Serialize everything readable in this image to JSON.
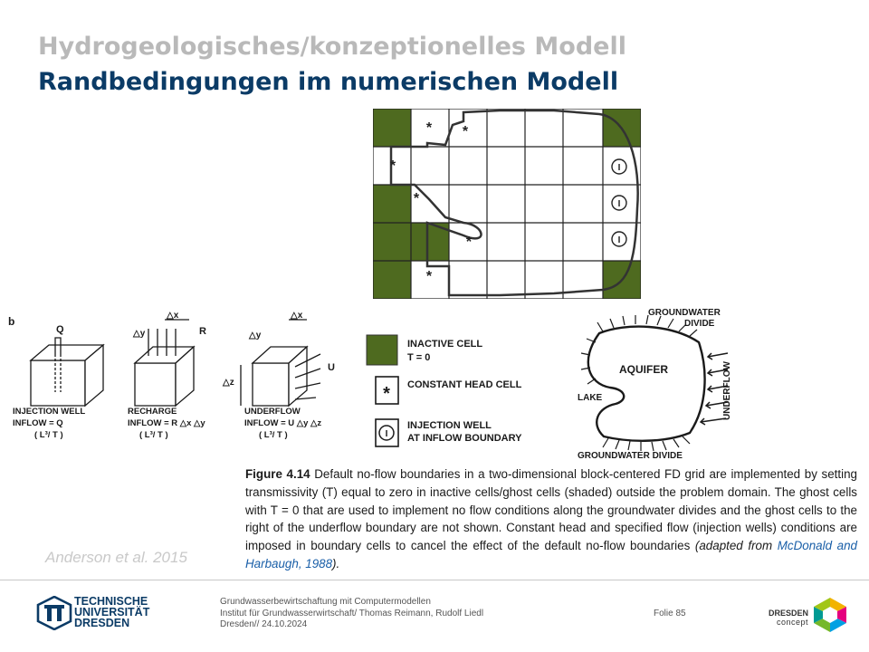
{
  "slide": {
    "title_line1": "Hydrogeologisches/konzeptionelles Modell",
    "title_line2": "Randbedingungen im numerischen Modell",
    "source": "Anderson et al. 2015"
  },
  "figure_b": {
    "panel_label": "b",
    "injection": {
      "q": "Q",
      "title": "INJECTION  WELL",
      "inflow": "INFLOW = Q",
      "unit": "( L³/ T )"
    },
    "recharge": {
      "dx": "△x",
      "dy": "△y",
      "r": "R",
      "title": "RECHARGE",
      "inflow": "INFLOW = R  △x  △y",
      "unit": "( L³/ T )"
    },
    "underflow": {
      "dx": "△x",
      "dy": "△y",
      "dz": "△z",
      "u": "U",
      "title": "UNDERFLOW",
      "inflow": "INFLOW = U  △y  △z",
      "unit": "( L³/ T )"
    }
  },
  "legend": {
    "inactive_line1": "INACTIVE  CELL",
    "inactive_line2": "T = 0",
    "constant_head": "CONSTANT  HEAD  CELL",
    "injection_line1": "INJECTION  WELL",
    "injection_line2": "AT  INFLOW  BOUNDARY",
    "star_symbol": "*",
    "injection_symbol": "I"
  },
  "aquifer_map": {
    "divide_top_line1": "GROUNDWATER",
    "divide_top_line2": "DIVIDE",
    "aquifer": "AQUIFER",
    "lake": "LAKE",
    "underflow": "UNDERFLOW",
    "divide_bottom": "GROUNDWATER DIVIDE"
  },
  "caption": {
    "figure_label": "Figure 4.14",
    "text": "Default no-flow boundaries in a two-dimensional block-centered FD grid are implemented by setting transmissivity (T) equal to zero in inactive cells/ghost cells (shaded) outside the problem domain. The ghost cells with T = 0 that are used to implement no flow conditions along the groundwater divides and the ghost cells to the right of the underflow boundary are not shown. Constant head and specified flow (injection wells) conditions are imposed in boundary cells to cancel the effect of the default no-flow boundaries ",
    "adapted_open": "(adapted from ",
    "reference": "McDonald and Harbaugh, 1988",
    "adapted_close": ")."
  },
  "footer": {
    "tud_line1": "TECHNISCHE",
    "tud_line2": "UNIVERSITÄT",
    "tud_line3": "DRESDEN",
    "info_line1": "Grundwasserbewirtschaftung mit Computermodellen",
    "info_line2": "Institut für Grundwasserwirtschaft/ Thomas Reimann, Rudolf Liedl",
    "info_line3": "Dresden// 24.10.2024",
    "folie": "Folie 85",
    "dd_line1": "DRESDEN",
    "dd_line2": "concept"
  },
  "colors": {
    "title_gray": "#b9b9b9",
    "title_blue": "#0b3b66",
    "inactive_green": "#4e6a1f",
    "link_blue": "#1a5fa8"
  }
}
